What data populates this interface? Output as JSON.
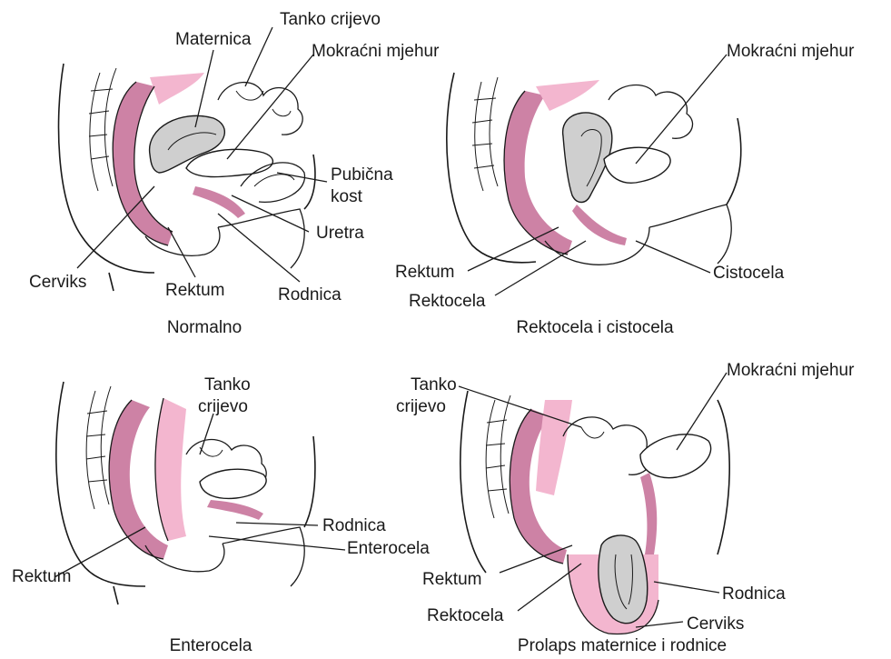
{
  "panels": [
    {
      "caption": "Normalno",
      "labels": {
        "tanko_crijevo": "Tanko crijevo",
        "maternica": "Maternica",
        "mokracni_mjehur": "Mokraćni mjehur",
        "pubicna_1": "Pubična",
        "pubicna_2": "kost",
        "uretra": "Uretra",
        "cerviks": "Cerviks",
        "rektum": "Rektum",
        "rodnica": "Rodnica"
      }
    },
    {
      "caption": "Rektocela i cistocela",
      "labels": {
        "mokracni_mjehur": "Mokraćni mjehur",
        "rektum": "Rektum",
        "rektocela": "Rektocela",
        "cistocela": "Cistocela"
      }
    },
    {
      "caption": "Enterocela",
      "labels": {
        "tanko_1": "Tanko",
        "tanko_2": "crijevo",
        "rodnica": "Rodnica",
        "enterocela": "Enterocela",
        "rektum": "Rektum"
      }
    },
    {
      "caption": "Prolaps maternice i rodnice",
      "labels": {
        "tanko_1": "Tanko",
        "tanko_2": "crijevo",
        "mokracni_mjehur": "Mokraćni mjehur",
        "rektum": "Rektum",
        "rektocela": "Rektocela",
        "rodnica": "Rodnica",
        "cerviks": "Cerviks"
      }
    }
  ],
  "colors": {
    "pink": "#f3b6cf",
    "dark_pink": "#c0638f",
    "gray": "#cfcfcf"
  }
}
